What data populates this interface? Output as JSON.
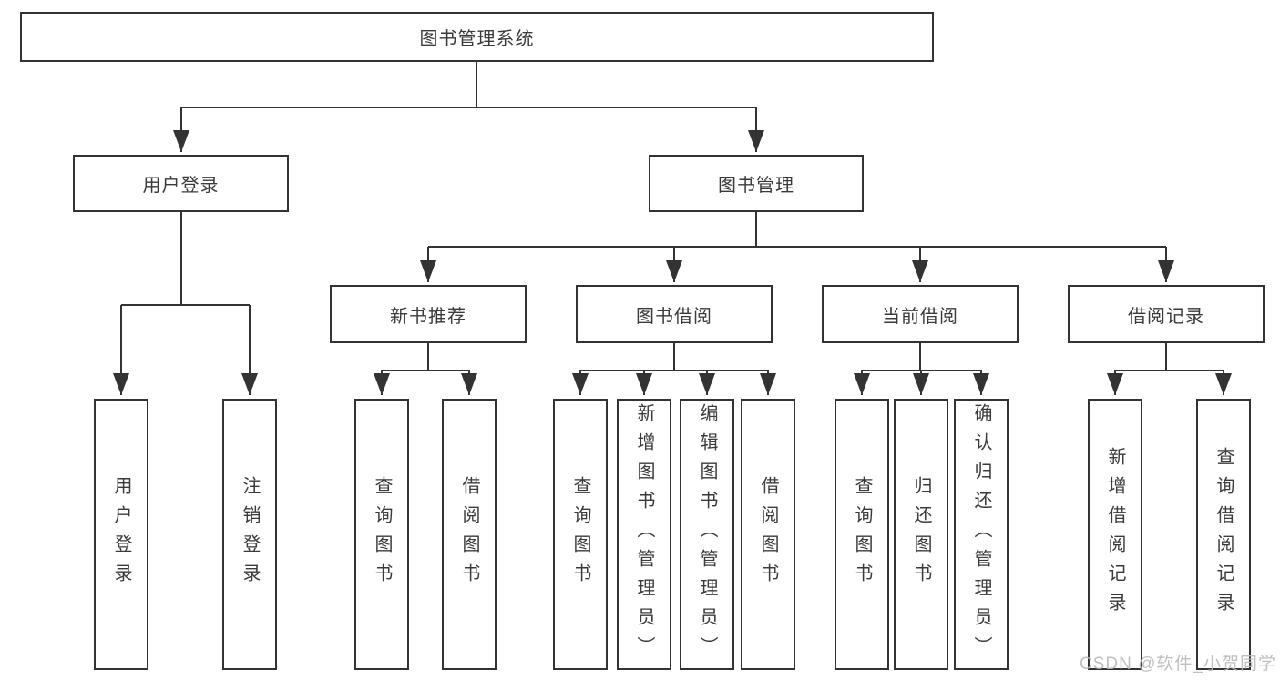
{
  "diagram": {
    "root": {
      "label": "图书管理系统"
    },
    "level2": [
      {
        "label": "用户登录"
      },
      {
        "label": "图书管理"
      }
    ],
    "level3": [
      {
        "label": "新书推荐",
        "parent": "图书管理"
      },
      {
        "label": "图书借阅",
        "parent": "图书管理"
      },
      {
        "label": "当前借阅",
        "parent": "图书管理"
      },
      {
        "label": "借阅记录",
        "parent": "图书管理"
      }
    ],
    "groups": [
      {
        "parent": "用户登录",
        "children": [
          "用户登录",
          "注销登录"
        ]
      },
      {
        "parent": "新书推荐",
        "children": [
          "查询图书",
          "借阅图书"
        ]
      },
      {
        "parent": "图书借阅",
        "children": [
          "查询图书",
          "新增图书（管理员）",
          "编辑图书（管理员）",
          "借阅图书"
        ]
      },
      {
        "parent": "当前借阅",
        "children": [
          "查询图书",
          "归还图书",
          "确认归还（管理员）"
        ]
      },
      {
        "parent": "借阅记录",
        "children": [
          "新增借阅记录",
          "查询借阅记录"
        ]
      }
    ],
    "colors": {
      "line": "#333333",
      "border": "#333333",
      "text": "#3a3a3a",
      "background": "#ffffff",
      "watermark": "#b9b9b9"
    }
  },
  "watermark": {
    "text": "CSDN @软件_小贺同学"
  }
}
